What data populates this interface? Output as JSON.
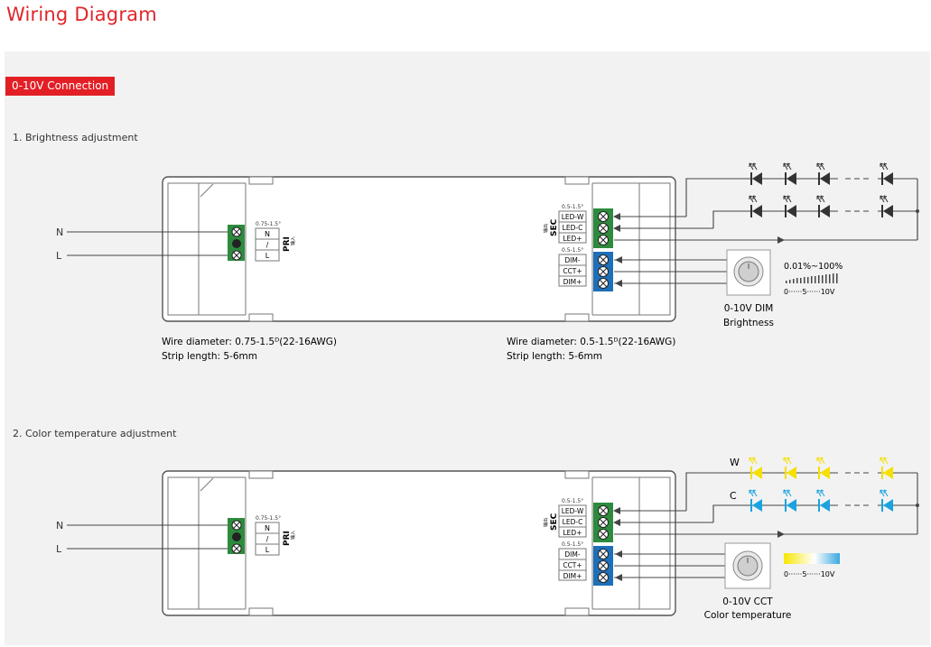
{
  "title": "Wiring Diagram",
  "connection_badge": "0-10V Connection",
  "terminal_sec": {
    "rating": "0.5-1.5°",
    "label": "SEC",
    "small": "输出",
    "pins": [
      "LED-W",
      "LED-C",
      "LED+"
    ],
    "dim_rating": "0.5-1.5°",
    "dim_pins": [
      "DIM-",
      "CCT+",
      "DIM+"
    ]
  },
  "terminal_pri": {
    "rating": "0.75-1.5°",
    "label": "PRI",
    "small": "输入",
    "pins": [
      "N",
      "/",
      "L"
    ]
  },
  "input_lines": {
    "n": "N",
    "l": "L"
  },
  "wire_notes": {
    "left": [
      "Wire diameter: 0.75-1.5ᴰ(22-16AWG)",
      "Strip length: 5-6mm"
    ],
    "right": [
      "Wire diameter: 0.5-1.5ᴰ(22-16AWG)",
      "Strip length: 5-6mm"
    ]
  },
  "sections": [
    {
      "heading": "1. Brightness adjustment",
      "device_label": [
        "0-10V DIM",
        "Brightness"
      ],
      "knob_caption": "",
      "range_text": "0.01%~100%",
      "scale_text": "0······5······10V",
      "led_colors": {
        "top": "#333333",
        "bottom": "#333333"
      },
      "led_labels": {
        "top": "",
        "bottom": ""
      }
    },
    {
      "heading": "2. Color temperature adjustment",
      "device_label": [
        "0-10V CCT",
        "Color temperature"
      ],
      "knob_caption": "",
      "range_text": "",
      "scale_text": "0······5······10V",
      "led_colors": {
        "top": "#f5e000",
        "bottom": "#1aa3e0"
      },
      "led_labels": {
        "top": "W",
        "bottom": "C"
      }
    }
  ],
  "colors": {
    "accent": "#e31f26",
    "terminal_green": "#2e8b3e",
    "terminal_blue": "#1e6fb8",
    "cct_gradient_warm": "#f7e600",
    "cct_gradient_cool": "#3aa8e0"
  }
}
